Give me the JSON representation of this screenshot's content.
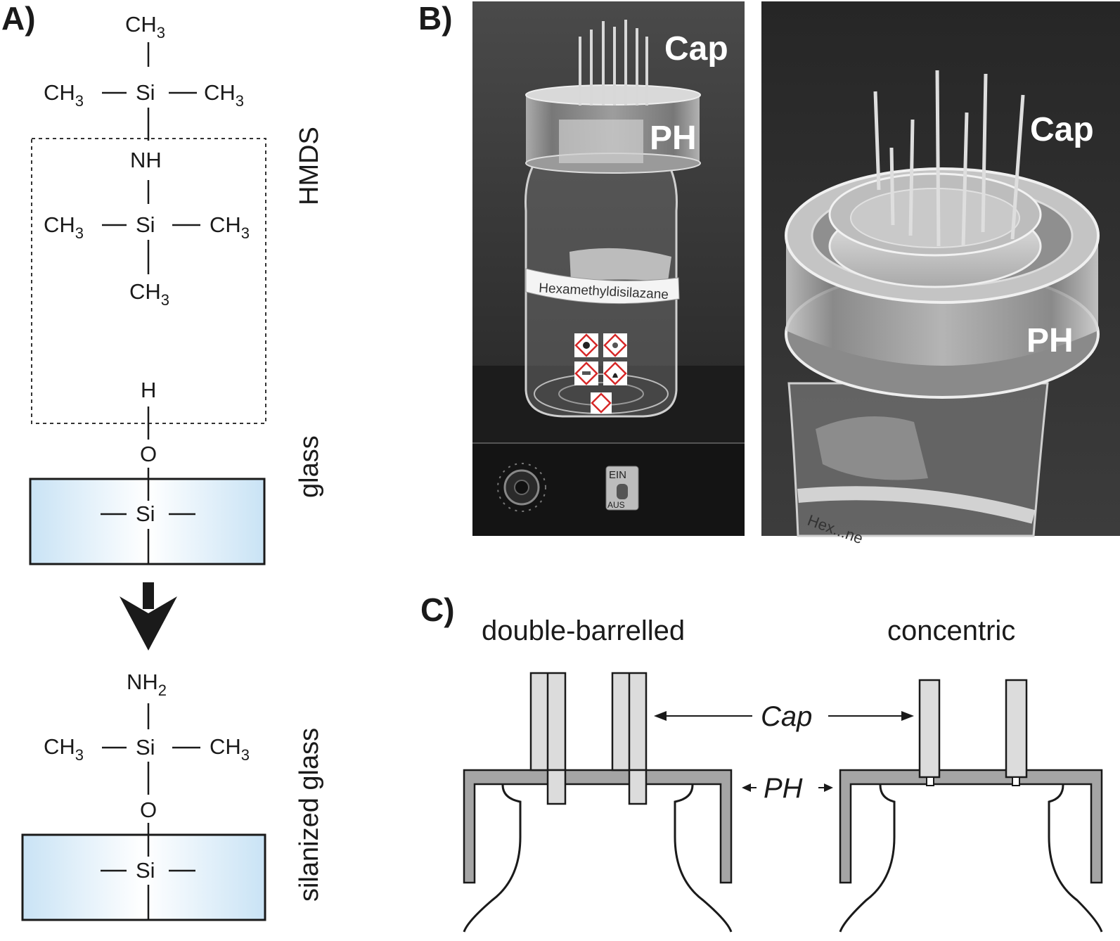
{
  "panels": {
    "a": {
      "label": "A)"
    },
    "b": {
      "label": "B)"
    },
    "c": {
      "label": "C)"
    }
  },
  "panel_a": {
    "ch3": "CH",
    "sub3": "3",
    "si": "Si",
    "nh": "NH",
    "nh2": "NH",
    "sub2": "2",
    "h": "H",
    "o": "O",
    "label_hmds": "HMDS",
    "label_glass": "glass",
    "label_silanized": "silanized glass"
  },
  "panel_b": {
    "left_photo": {
      "cap": "Cap",
      "ph": "PH",
      "bottle_label": "Hexamethyldisilazane",
      "switch_top": "EIN",
      "switch_bottom": "AUS"
    },
    "right_photo": {
      "cap": "Cap",
      "ph": "PH",
      "bottle_label": "Hex...ne"
    }
  },
  "panel_c": {
    "title_left": "double-barrelled",
    "title_right": "concentric",
    "cap_label": "Cap",
    "ph_label": "PH"
  },
  "colors": {
    "glass_gradient_light": "#ffffff",
    "glass_gradient_blue": "#c9e3f5",
    "holder_gray": "#a5a5a5",
    "capillary_gray": "#dcdcdc",
    "photo_dark": "#3a3a3a",
    "sticker_red": "#d62828"
  }
}
